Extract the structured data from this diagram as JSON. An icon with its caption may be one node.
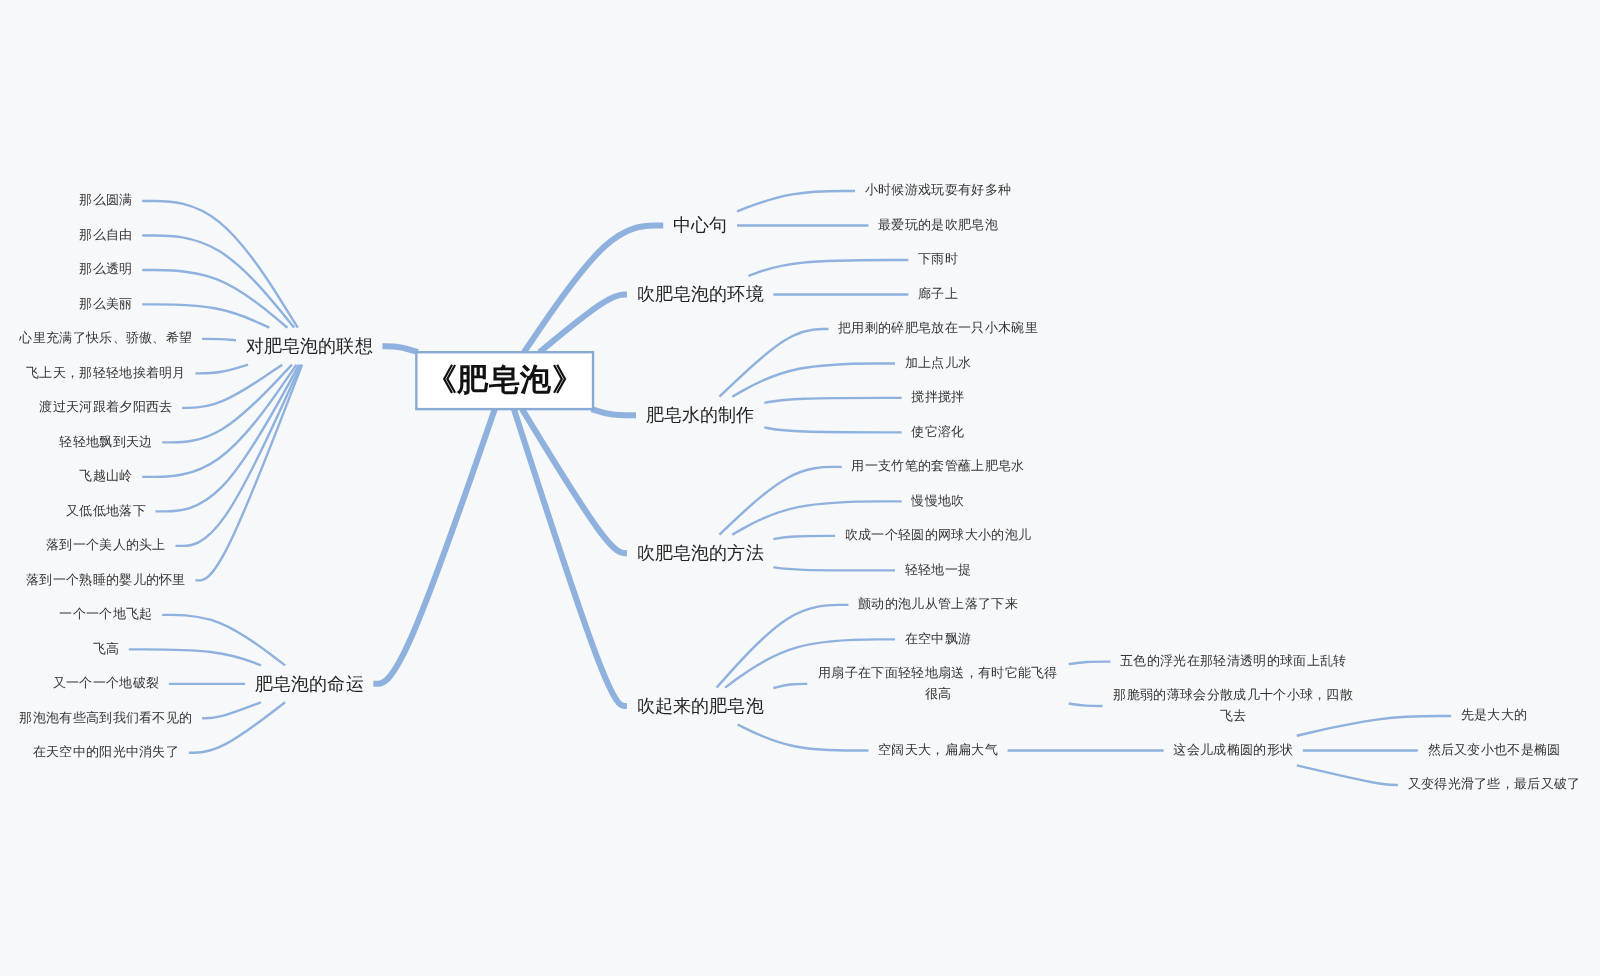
{
  "diagram": {
    "nodes": [
      {
        "text": [
          "《肥皂泡》"
        ]
      },
      {
        "text": [
          "对肥皂泡的联想"
        ]
      },
      {
        "text": [
          "那么圆满"
        ]
      },
      {
        "text": [
          "那么自由"
        ]
      },
      {
        "text": [
          "那么透明"
        ]
      },
      {
        "text": [
          "那么美丽"
        ]
      },
      {
        "text": [
          "心里充满了快乐、骄傲、希望"
        ]
      },
      {
        "text": [
          "飞上天，那轻轻地挨着明月"
        ]
      },
      {
        "text": [
          "渡过天河跟着夕阳西去"
        ]
      },
      {
        "text": [
          "轻轻地飘到天边"
        ]
      },
      {
        "text": [
          "飞越山岭"
        ]
      },
      {
        "text": [
          "又低低地落下"
        ]
      },
      {
        "text": [
          "落到一个美人的头上"
        ]
      },
      {
        "text": [
          "落到一个熟睡的婴儿的怀里"
        ]
      },
      {
        "text": [
          "中心句"
        ]
      },
      {
        "text": [
          "小时候游戏玩耍有好多种"
        ]
      },
      {
        "text": [
          "最爱玩的是吹肥皂泡"
        ]
      },
      {
        "text": [
          "吹肥皂泡的环境"
        ]
      },
      {
        "text": [
          "下雨时"
        ]
      },
      {
        "text": [
          "廊子上"
        ]
      },
      {
        "text": [
          "肥皂水的制作"
        ]
      },
      {
        "text": [
          "把用剩的碎肥皂放在一只小木碗里"
        ]
      },
      {
        "text": [
          "加上点儿水"
        ]
      },
      {
        "text": [
          "搅拌搅拌"
        ]
      },
      {
        "text": [
          "使它溶化"
        ]
      },
      {
        "text": [
          "吹肥皂泡的方法"
        ]
      },
      {
        "text": [
          "用一支竹笔的套管蘸上肥皂水"
        ]
      },
      {
        "text": [
          "慢慢地吹"
        ]
      },
      {
        "text": [
          "吹成一个轻圆的网球大小的泡儿"
        ]
      },
      {
        "text": [
          "轻轻地一提"
        ]
      },
      {
        "text": [
          "吹起来的肥皂泡"
        ]
      },
      {
        "text": [
          "颤动的泡儿从管上落了下来"
        ]
      },
      {
        "text": [
          "在空中飘游"
        ]
      },
      {
        "text": [
          "用扇子在下面轻轻地扇送，有时它能飞得很高"
        ]
      },
      {
        "text": [
          "五色的浮光在那轻清透明的球面上乱转"
        ]
      },
      {
        "text": [
          "那脆弱的薄球会分散成几十个小球，四散飞去"
        ]
      },
      {
        "text": [
          "空阔天大，扁扁大气"
        ]
      },
      {
        "text": [
          "这会儿成椭圆的形状"
        ]
      },
      {
        "text": [
          "先是大大的"
        ]
      },
      {
        "text": [
          "然后又变小也不是椭圆"
        ]
      },
      {
        "text": [
          "又变得光滑了些，最后又破了"
        ]
      },
      {
        "text": [
          "肥皂泡的命运"
        ]
      },
      {
        "text": [
          "一个一个地飞起"
        ]
      },
      {
        "text": [
          "飞高"
        ]
      },
      {
        "text": [
          "又一个一个地破裂"
        ]
      },
      {
        "text": [
          "那泡泡有些高到我们看不见的"
        ]
      },
      {
        "text": [
          "在天空中的阳光中消失了"
        ]
      }
    ],
    "edges": [
      {
        "from": 0,
        "to": 1,
        "arrow": "none",
        "style": "thick"
      },
      {
        "from": 1,
        "to": 2,
        "arrow": "none"
      },
      {
        "from": 1,
        "to": 3,
        "arrow": "none"
      },
      {
        "from": 1,
        "to": 4,
        "arrow": "none"
      },
      {
        "from": 1,
        "to": 5,
        "arrow": "none"
      },
      {
        "from": 1,
        "to": 6,
        "arrow": "none"
      },
      {
        "from": 1,
        "to": 7,
        "arrow": "none"
      },
      {
        "from": 1,
        "to": 8,
        "arrow": "none"
      },
      {
        "from": 1,
        "to": 9,
        "arrow": "none"
      },
      {
        "from": 1,
        "to": 10,
        "arrow": "none"
      },
      {
        "from": 1,
        "to": 11,
        "arrow": "none"
      },
      {
        "from": 1,
        "to": 12,
        "arrow": "none"
      },
      {
        "from": 1,
        "to": 13,
        "arrow": "none"
      },
      {
        "from": 0,
        "to": 14,
        "arrow": "none",
        "style": "thick"
      },
      {
        "from": 14,
        "to": 15,
        "arrow": "none"
      },
      {
        "from": 14,
        "to": 16,
        "arrow": "none"
      },
      {
        "from": 0,
        "to": 17,
        "arrow": "none",
        "style": "thick"
      },
      {
        "from": 17,
        "to": 18,
        "arrow": "none"
      },
      {
        "from": 17,
        "to": 19,
        "arrow": "none"
      },
      {
        "from": 0,
        "to": 20,
        "arrow": "none",
        "style": "thick"
      },
      {
        "from": 20,
        "to": 21,
        "arrow": "none"
      },
      {
        "from": 20,
        "to": 22,
        "arrow": "none"
      },
      {
        "from": 20,
        "to": 23,
        "arrow": "none"
      },
      {
        "from": 20,
        "to": 24,
        "arrow": "none"
      },
      {
        "from": 0,
        "to": 25,
        "arrow": "none",
        "style": "thick"
      },
      {
        "from": 25,
        "to": 26,
        "arrow": "none"
      },
      {
        "from": 25,
        "to": 27,
        "arrow": "none"
      },
      {
        "from": 25,
        "to": 28,
        "arrow": "none"
      },
      {
        "from": 25,
        "to": 29,
        "arrow": "none"
      },
      {
        "from": 0,
        "to": 30,
        "arrow": "none",
        "style": "thick"
      },
      {
        "from": 30,
        "to": 31,
        "arrow": "none"
      },
      {
        "from": 30,
        "to": 32,
        "arrow": "none"
      },
      {
        "from": 30,
        "to": 33,
        "arrow": "none"
      },
      {
        "from": 33,
        "to": 34,
        "arrow": "none"
      },
      {
        "from": 33,
        "to": 35,
        "arrow": "none"
      },
      {
        "from": 30,
        "to": 36,
        "arrow": "none"
      },
      {
        "from": 36,
        "to": 37,
        "arrow": "none"
      },
      {
        "from": 37,
        "to": 38,
        "arrow": "none"
      },
      {
        "from": 37,
        "to": 39,
        "arrow": "none"
      },
      {
        "from": 37,
        "to": 40,
        "arrow": "none"
      },
      {
        "from": 0,
        "to": 41,
        "arrow": "none",
        "style": "thick"
      },
      {
        "from": 41,
        "to": 42,
        "arrow": "none"
      },
      {
        "from": 41,
        "to": 43,
        "arrow": "none"
      },
      {
        "from": 41,
        "to": 44,
        "arrow": "none"
      },
      {
        "from": 41,
        "to": 45,
        "arrow": "none"
      },
      {
        "from": 41,
        "to": 46,
        "arrow": "none"
      }
    ]
  }
}
